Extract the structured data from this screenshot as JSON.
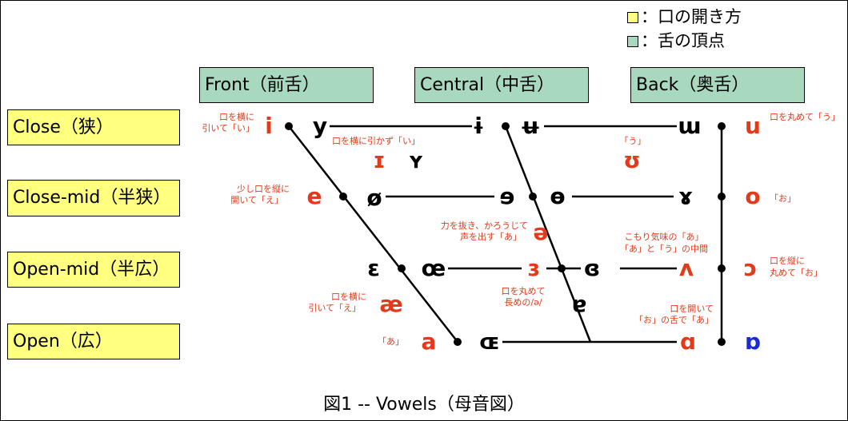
{
  "legend": {
    "mouth_shape": "：口の開き方",
    "tongue_peak": "：舌の頂点",
    "mouth_color": "#ffff80",
    "tongue_color": "#a8d8be"
  },
  "columns": {
    "front": "Front（前舌）",
    "central": "Central（中舌）",
    "back": "Back（奥舌）"
  },
  "rows": {
    "close": "Close（狭）",
    "close_mid": "Close-mid（半狭）",
    "open_mid": "Open-mid（半広）",
    "open": "Open（広）"
  },
  "caption": "図1 -- Vowels（母音図）",
  "colors": {
    "red": "#e23a1a",
    "blue": "#1a2bd6",
    "black": "#000000"
  },
  "vowels": {
    "i": "i",
    "y": "y",
    "ɨ": "ɨ",
    "ʉ": "ʉ",
    "ɯ": "ɯ",
    "u": "u",
    "ɪ": "ɪ",
    "ʏ": "ʏ",
    "ʊ": "ʊ",
    "e": "e",
    "ø": "ø",
    "ɘ": "ɘ",
    "ɵ": "ɵ",
    "ɤ": "ɤ",
    "o": "o",
    "ə": "ə",
    "ɛ": "ɛ",
    "œ": "œ",
    "ɜ": "ɜ",
    "ɞ": "ɞ",
    "ʌ": "ʌ",
    "ɔ": "ɔ",
    "æ": "æ",
    "ɐ": "ɐ",
    "a": "a",
    "ɶ": "ɶ",
    "ɑ": "ɑ",
    "ɒ": "ɒ"
  },
  "notes": {
    "i_1": "口を横に",
    "i_2": "引いて「い」",
    "u": "口を丸めて「う」",
    "ih": "口を横に引かず「い」",
    "uh": "「う」",
    "e_1": "少し口を縦に",
    "e_2": "開いて「え」",
    "o": "「お」",
    "schwa_1": "力を抜き、かろうじて",
    "schwa_2": "声を出す「あ」",
    "wedge_1": "こもり気味の「あ」",
    "wedge_2": "「あ」と「う」の中間",
    "open_o_1": "口を縦に",
    "open_o_2": "丸めて「お」",
    "ae_1": "口を横に",
    "ae_2": "引いて「え」",
    "er_1": "口を丸めて",
    "er_2": "長めの/ə/",
    "alpha_1": "口を開いて",
    "alpha_2": "「お」の舌で「あ」",
    "a": "「あ」"
  }
}
